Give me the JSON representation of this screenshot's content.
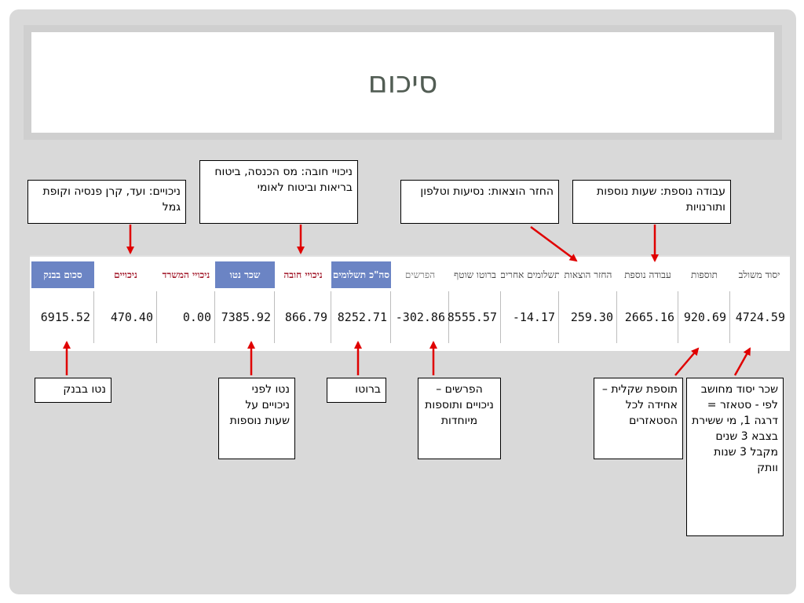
{
  "slide": {
    "title": "סיכום"
  },
  "colors": {
    "accent_blue": "#6b84c4",
    "accent_red": "#a31b2c",
    "arrow": "#e00000"
  },
  "table": {
    "columns": [
      {
        "header": "סכום בבנק",
        "value": "6915.52"
      },
      {
        "header": "ניכויים",
        "value": "470.40"
      },
      {
        "header": "ניכויי המשרד",
        "value": "0.00"
      },
      {
        "header": "שכר נטו",
        "value": "7385.92"
      },
      {
        "header": "ניכויי חובה",
        "value": "866.79"
      },
      {
        "header": "סה\"כ תשלומים",
        "value": "8252.71"
      },
      {
        "header": "הפרשים",
        "value": "-302.86"
      },
      {
        "header": "ברוטו שוטף",
        "value": "8555.57"
      },
      {
        "header": "תשלומים אחרים",
        "value": "-14.17"
      },
      {
        "header": "החזר הוצאות",
        "value": "259.30"
      },
      {
        "header": "עבודה נוספת",
        "value": "2665.16"
      },
      {
        "header": "תוספות",
        "value": "920.69"
      },
      {
        "header": "יסוד משולב",
        "value": "4724.59"
      }
    ]
  },
  "callouts": {
    "deductions": "ניכויים: ועד, קרן פנסיה וקופת גמל",
    "mandatory": "ניכויי חובה: מס הכנסה, ביטוח בריאות וביטוח לאומי",
    "expenses": "החזר הוצאות: נסיעות וטלפון",
    "overtime": "עבודה נוספת: שעות נוספות ותורנויות",
    "net_bank": "נטו בבנק",
    "net_before": "נטו לפני ניכויים על שעות נוספות",
    "gross": "ברוטו",
    "differences": "הפרשים – ניכויים ותוספות מיוחדות",
    "flat_addition": "תוספת שקלית – אחידה לכל הסטאזרים",
    "base_salary": "שכר יסוד מחושב לפי - סטאזר = דרגה 1, מי ששירת בצבא 3 שנים מקבל 3 שנות וותק"
  }
}
